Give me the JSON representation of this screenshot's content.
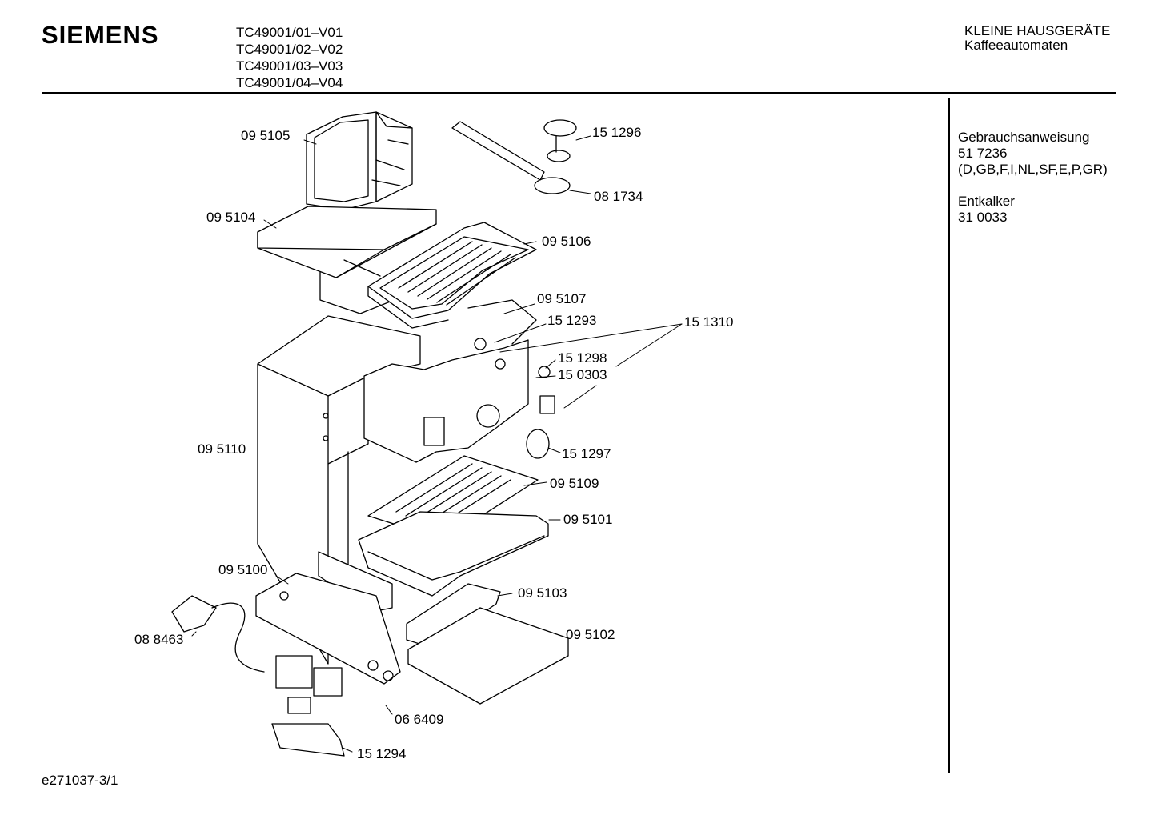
{
  "header": {
    "brand": "SIEMENS",
    "models": [
      "TC49001/01–V01",
      "TC49001/02–V02",
      "TC49001/03–V03",
      "TC49001/04–V04"
    ],
    "category": "KLEINE HAUSGERÄTE",
    "subcategory": "Kaffeeautomaten"
  },
  "side_info": {
    "manual_label": "Gebrauchsanweisung",
    "manual_number": "51 7236",
    "manual_languages": "(D,GB,F,I,NL,SF,E,P,GR)",
    "descaler_label": "Entkalker",
    "descaler_number": "31 0033"
  },
  "parts": {
    "p095105": "09 5105",
    "p151296": "15 1296",
    "p081734": "08 1734",
    "p095104": "09 5104",
    "p095106": "09 5106",
    "p095107": "09 5107",
    "p151293": "15 1293",
    "p151310": "15 1310",
    "p151298": "15 1298",
    "p150303": "15 0303",
    "p095110": "09 5110",
    "p151297": "15 1297",
    "p095109": "09 5109",
    "p095101": "09 5101",
    "p095100": "09 5100",
    "p095103": "09 5103",
    "p088463": "08 8463",
    "p095102": "09 5102",
    "p066409": "06 6409",
    "p151294": "15 1294"
  },
  "footer": {
    "doc_id": "e271037-3/1"
  }
}
